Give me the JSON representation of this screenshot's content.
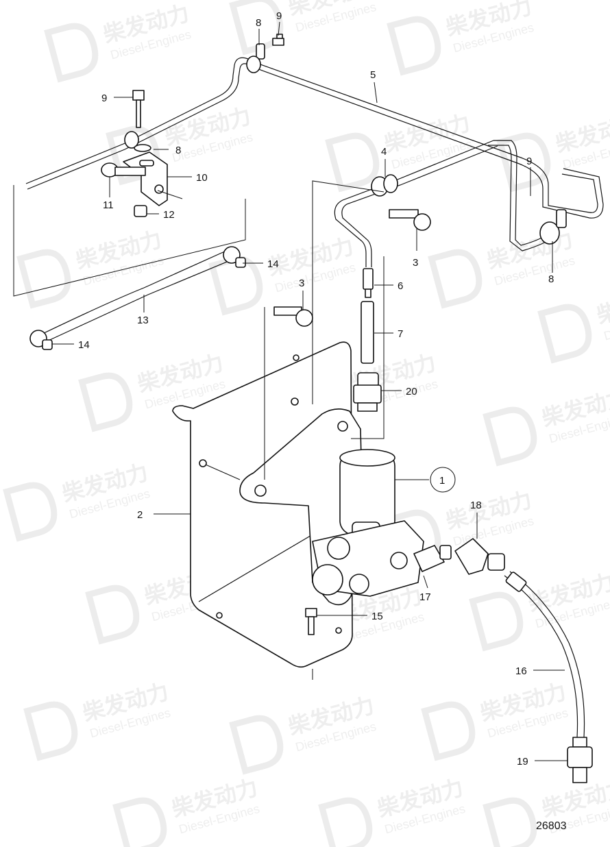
{
  "watermark": {
    "brand": "柴发动力",
    "sub": "Diesel-Engines"
  },
  "callouts": [
    {
      "id": "c1",
      "label": "1"
    },
    {
      "id": "c2",
      "label": "2"
    },
    {
      "id": "c3a",
      "label": "3"
    },
    {
      "id": "c3b",
      "label": "3"
    },
    {
      "id": "c4",
      "label": "4"
    },
    {
      "id": "c5",
      "label": "5"
    },
    {
      "id": "c6",
      "label": "6"
    },
    {
      "id": "c7",
      "label": "7"
    },
    {
      "id": "c8a",
      "label": "8"
    },
    {
      "id": "c8b",
      "label": "8"
    },
    {
      "id": "c8c",
      "label": "8"
    },
    {
      "id": "c9a",
      "label": "9"
    },
    {
      "id": "c9b",
      "label": "9"
    },
    {
      "id": "c9c",
      "label": "9"
    },
    {
      "id": "c10",
      "label": "10"
    },
    {
      "id": "c11",
      "label": "11"
    },
    {
      "id": "c12",
      "label": "12"
    },
    {
      "id": "c13",
      "label": "13"
    },
    {
      "id": "c14a",
      "label": "14"
    },
    {
      "id": "c14b",
      "label": "14"
    },
    {
      "id": "c15",
      "label": "15"
    },
    {
      "id": "c16",
      "label": "16"
    },
    {
      "id": "c17",
      "label": "17"
    },
    {
      "id": "c18",
      "label": "18"
    },
    {
      "id": "c19",
      "label": "19"
    },
    {
      "id": "c20",
      "label": "20"
    }
  ],
  "drawing_number": "26803"
}
